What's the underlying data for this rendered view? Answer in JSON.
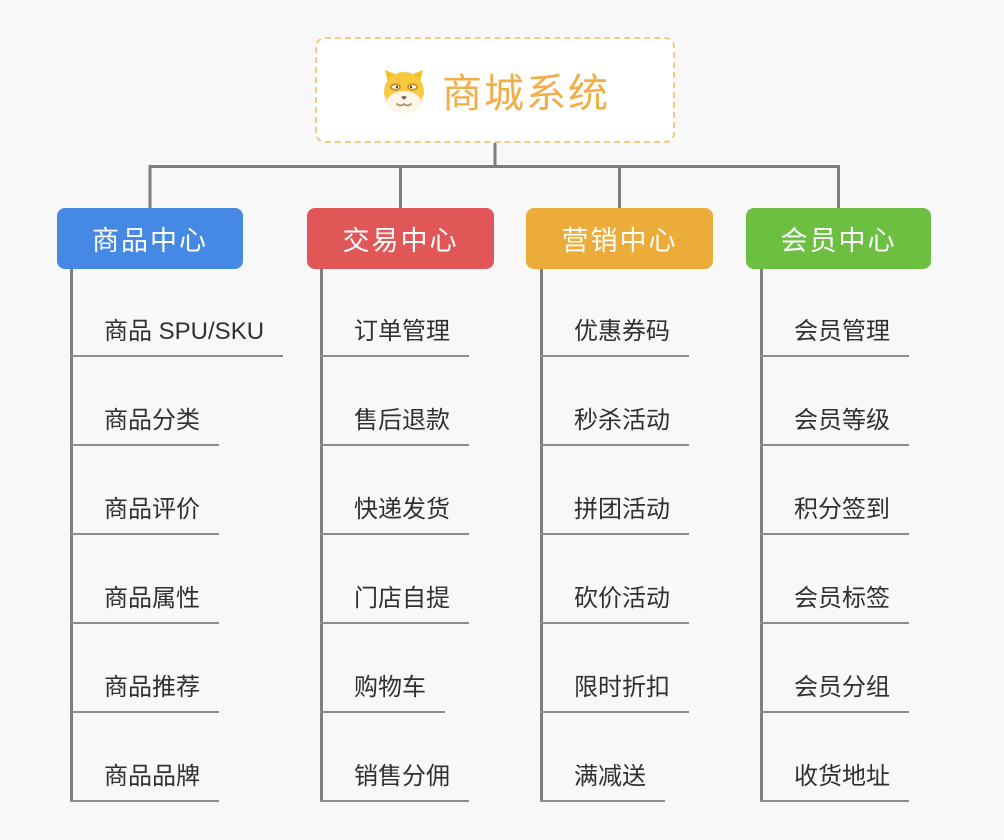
{
  "root": {
    "title": "商城系统",
    "icon": "shiba-dog-icon",
    "title_color": "#f1ad47",
    "border_color": "#f6c982"
  },
  "connector_color": "#7e7e7e",
  "branches": [
    {
      "label": "商品中心",
      "color": "#4589e5",
      "items": [
        "商品 SPU/SKU",
        "商品分类",
        "商品评价",
        "商品属性",
        "商品推荐",
        "商品品牌"
      ]
    },
    {
      "label": "交易中心",
      "color": "#e15757",
      "items": [
        "订单管理",
        "售后退款",
        "快递发货",
        "门店自提",
        "购物车",
        "销售分佣"
      ]
    },
    {
      "label": "营销中心",
      "color": "#ecac3a",
      "items": [
        "优惠券码",
        "秒杀活动",
        "拼团活动",
        "砍价活动",
        "限时折扣",
        "满减送"
      ]
    },
    {
      "label": "会员中心",
      "color": "#6cbf41",
      "items": [
        "会员管理",
        "会员等级",
        "积分签到",
        "会员标签",
        "会员分组",
        "收货地址"
      ]
    }
  ]
}
